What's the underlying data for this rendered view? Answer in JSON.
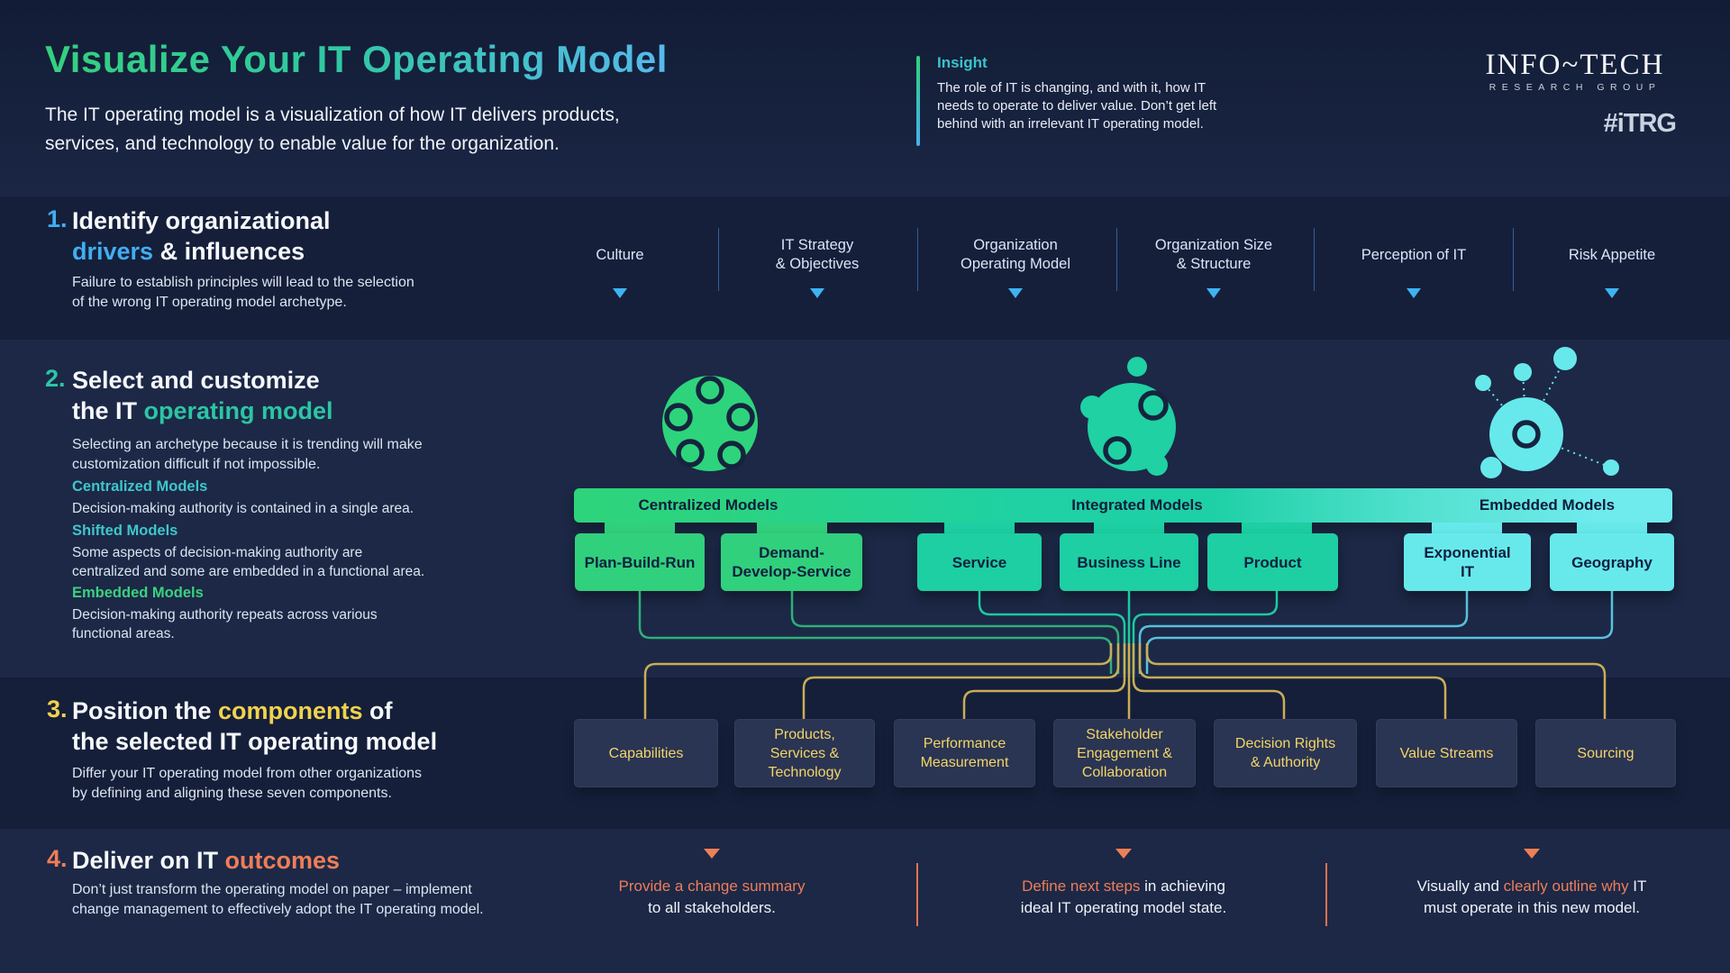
{
  "colors": {
    "accent_blue": "#41aef2",
    "accent_teal": "#2cc5a4",
    "accent_cyan_teal": "#3fc6cb",
    "accent_green": "#3bd17f",
    "accent_yellow": "#f0d24f",
    "accent_orange": "#ee7d58",
    "box_green": "#31d07c",
    "box_teal": "#1dcfa2",
    "box_cyan": "#67e9eb",
    "line_green": "#2faf78",
    "line_teal": "#1ec9a0",
    "line_cyan": "#58c1da",
    "line_yellow": "#c9ae55"
  },
  "icons": {
    "centralized": "centralized-cluster-icon",
    "integrated": "integrated-cluster-icon",
    "embedded": "embedded-network-icon"
  },
  "header": {
    "title": "Visualize Your IT Operating Model",
    "subtitle": "The IT operating model is a visualization of how IT delivers products,\nservices, and technology to enable value for the organization.",
    "insight_label": "Insight",
    "insight_body": "The role of IT is changing, and with it, how IT\nneeds to operate to deliver value. Don’t get left\nbehind with an irrelevant IT operating model.",
    "logo_main": "INFO~TECH",
    "logo_sub": "RESEARCH GROUP",
    "logo_tag": "#iTRG"
  },
  "s1": {
    "num": "1.",
    "title_l1": "Identify organizational",
    "title_accent": "drivers",
    "title_rest": " & influences",
    "body": "Failure to establish principles will lead to the selection\nof the wrong IT operating model archetype.",
    "drivers": [
      {
        "label": "Culture"
      },
      {
        "label": "IT Strategy\n& Objectives"
      },
      {
        "label": "Organization\nOperating Model"
      },
      {
        "label": "Organization Size\n& Structure"
      },
      {
        "label": "Perception of IT"
      },
      {
        "label": "Risk Appetite"
      }
    ]
  },
  "s2": {
    "num": "2.",
    "title_l1": "Select and customize",
    "title_l2_pre": "the IT ",
    "title_l2_accent": "operating model",
    "body": "Selecting an archetype because it is trending will make\ncustomization difficult if not impossible.",
    "legend": [
      {
        "title": "Centralized Models",
        "body": "Decision-making authority is contained in a single area."
      },
      {
        "title": "Shifted Models",
        "body": "Some aspects of decision-making authority are\ncentralized and some are embedded in a functional area."
      },
      {
        "title": "Embedded Models",
        "body": "Decision-making authority repeats across various\nfunctional areas."
      }
    ],
    "bar_labels": [
      "Centralized Models",
      "Integrated Models",
      "Embedded Models"
    ],
    "boxes": [
      {
        "label": "Plan-Build-Run"
      },
      {
        "label": "Demand-\nDevelop-Service"
      },
      {
        "label": "Service"
      },
      {
        "label": "Business Line"
      },
      {
        "label": "Product"
      },
      {
        "label": "Exponential\nIT"
      },
      {
        "label": "Geography"
      }
    ]
  },
  "s3": {
    "num": "3.",
    "title_l1_pre": "Position the ",
    "title_l1_accent": "components",
    "title_l1_post": " of",
    "title_l2": "the selected IT operating model",
    "body": "Differ your IT operating model from other organizations\nby defining and aligning these seven components.",
    "components": [
      {
        "label": "Capabilities"
      },
      {
        "label": "Products,\nServices &\nTechnology"
      },
      {
        "label": "Performance\nMeasurement"
      },
      {
        "label": "Stakeholder\nEngagement &\nCollaboration"
      },
      {
        "label": "Decision Rights\n& Authority"
      },
      {
        "label": "Value Streams"
      },
      {
        "label": "Sourcing"
      }
    ]
  },
  "s4": {
    "num": "4.",
    "title_pre": "Deliver on IT ",
    "title_accent": "outcomes",
    "body": "Don’t just transform the operating model on paper – implement\nchange management to effectively adopt the IT operating model.",
    "outcomes": [
      {
        "pre": "",
        "accent": "Provide a change summary",
        "rest": "",
        "line2": "to all stakeholders."
      },
      {
        "pre": "",
        "accent": "Define next steps",
        "rest": " in achieving",
        "line2": "ideal IT operating model state."
      },
      {
        "pre": "Visually and ",
        "accent": "clearly outline why",
        "rest": " IT",
        "line2": "must operate in this new model."
      }
    ]
  }
}
